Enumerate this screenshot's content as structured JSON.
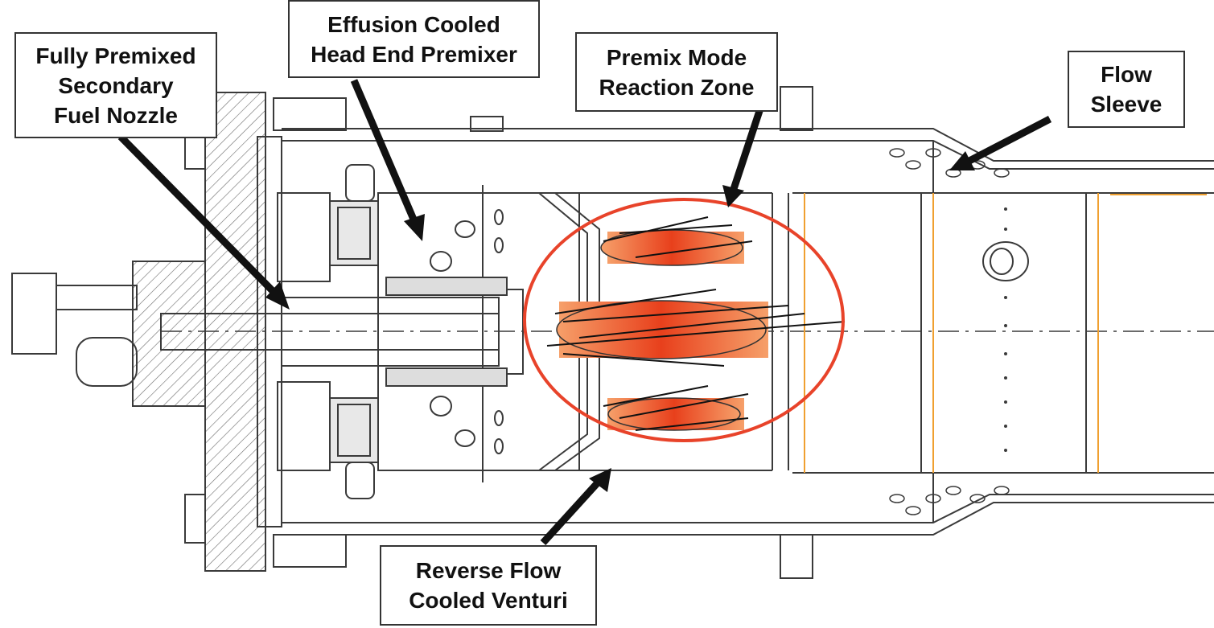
{
  "labels": {
    "nozzle": [
      "Fully Premixed",
      "Secondary",
      "Fuel Nozzle"
    ],
    "premixer": [
      "Effusion Cooled",
      "Head End Premixer"
    ],
    "reaction_zone": [
      "Premix Mode",
      "Reaction Zone"
    ],
    "flow_sleeve": [
      "Flow",
      "Sleeve"
    ],
    "venturi": [
      "Reverse Flow",
      "Cooled Venturi"
    ]
  },
  "colors": {
    "line": "#3a3a3a",
    "flame_core": "#e8401c",
    "flame_edge": "#f6a06a",
    "zone_ring": "#e8432a",
    "arrow": "#111111",
    "accent": "#f0a030"
  }
}
